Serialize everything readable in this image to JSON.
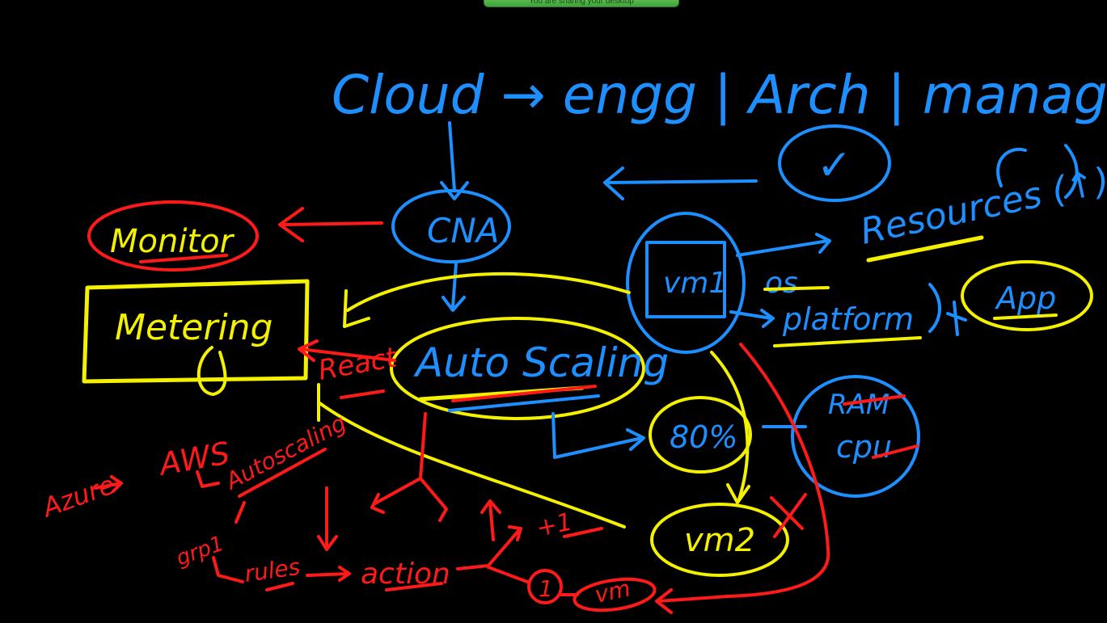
{
  "banner": {
    "text": "You are sharing your desktop"
  },
  "colors": {
    "background": "#000000",
    "blue": "#1e8fff",
    "yellow": "#f3f000",
    "red": "#ff1a1a"
  },
  "diagram": {
    "title": "Cloud → engg | Arch | manager",
    "checkmark": "✓",
    "nodes": {
      "cna": "CNA",
      "monitor": "Monitor",
      "metering": "Metering",
      "autoscaling": "Auto Scaling",
      "react": "React",
      "vm1": "vm1",
      "os": "os",
      "platform": "platform",
      "app": "App",
      "resources": "Resources (↑)",
      "pct": "80%",
      "ram": "RAM",
      "cpu": "cpu",
      "vm2": "vm2",
      "azure": "Azure",
      "aws": "AWS",
      "autoscaling_small": "Autoscaling",
      "group": "grp1",
      "rules": "rules",
      "action": "action",
      "plus_one": "+1",
      "one": "1",
      "vm": "vm"
    }
  }
}
